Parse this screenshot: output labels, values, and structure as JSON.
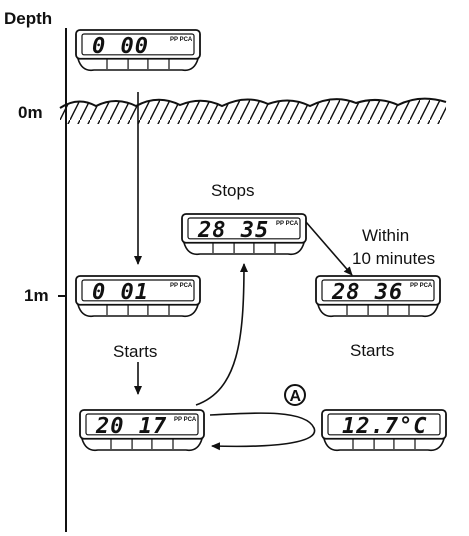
{
  "labels": {
    "depth": "Depth",
    "zero_m": "0m",
    "one_m": "1m",
    "stops": "Stops",
    "within_line1": "Within",
    "within_line2": "10 minutes",
    "starts_1": "Starts",
    "starts_2": "Starts",
    "circle_a": "A"
  },
  "displays": [
    {
      "id": "display-top",
      "value": "0 00",
      "tag": "PP PCA"
    },
    {
      "id": "display-1m",
      "value": "0 01",
      "tag": "PP PCA"
    },
    {
      "id": "display-stops",
      "value": "28 35",
      "tag": "PP PCA"
    },
    {
      "id": "display-starts",
      "value": "28 36",
      "tag": "PP PCA"
    },
    {
      "id": "display-bottom-left",
      "value": "20 17",
      "tag": "PP PCA"
    },
    {
      "id": "display-temp",
      "value": "12.7°C",
      "tag": ""
    }
  ],
  "colors": {
    "ink": "#111111",
    "background": "#ffffff"
  }
}
